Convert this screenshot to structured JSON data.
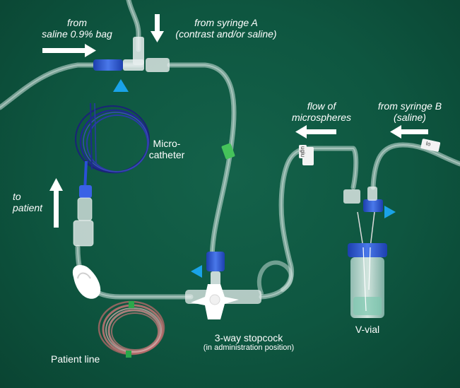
{
  "labels": {
    "from_saline_line1": "from",
    "from_saline_line2": "saline 0.9% bag",
    "from_syringe_a_line1": "from syringe A",
    "from_syringe_a_line2": "(contrast and/or saline)",
    "flow_line1": "flow of",
    "flow_line2": "microspheres",
    "from_syringe_b_line1": "from syringe B",
    "from_syringe_b_line2": "(saline)",
    "microcatheter_line1": "Micro-",
    "microcatheter_line2": "catheter",
    "to_patient_line1": "to",
    "to_patient_line2": "patient",
    "stopcock_line1": "3-way stopcock",
    "stopcock_line2": "(in administration position)",
    "vvial": "V-vial",
    "patient_line": "Patient line"
  },
  "tube_tags": {
    "left_tag": "ugiu",
    "right_tag": "Ιο"
  },
  "colors": {
    "background": "#0f5a42",
    "arrow": "#ffffff",
    "marker": "#1aa3e8",
    "connector_blue": "#2f4fd6",
    "microcatheter": "#1e2a8c"
  }
}
